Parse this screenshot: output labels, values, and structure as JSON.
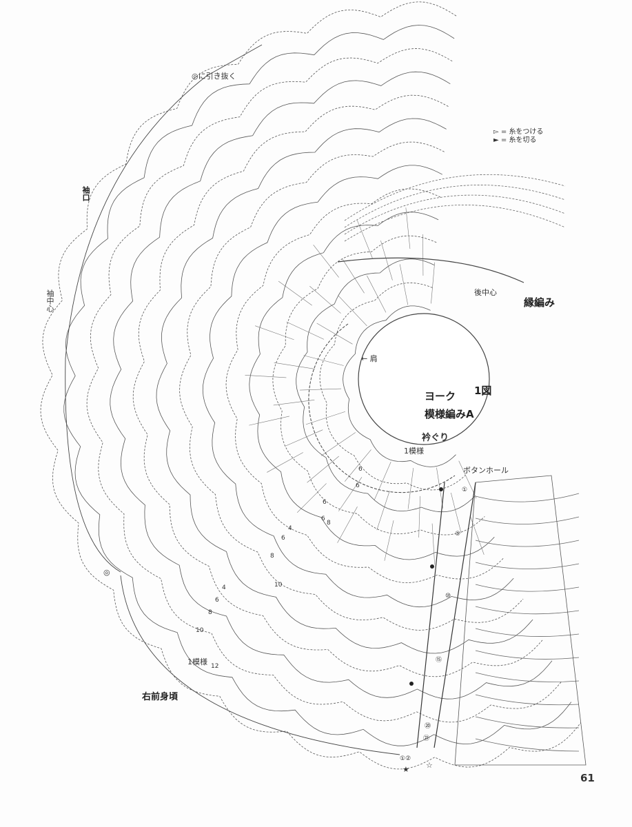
{
  "legend": [
    {
      "symbol": "▻ =",
      "text": "糸をつける"
    },
    {
      "symbol": "► =",
      "text": "糸を切る"
    }
  ],
  "labels": {
    "slip_stitch": "◎に引き抜く",
    "cuff": "袖口",
    "sleeve_center": "袖中心",
    "back_center": "後中心",
    "edging": "縁編み",
    "shoulder": "肩",
    "yoke": "ヨーク",
    "figure": "1図",
    "pattern": "模様編みA",
    "neckline": "衿ぐり",
    "one_repeat_top": "1模様",
    "buttonhole": "ボタンホール",
    "one_repeat_bottom": "1模様",
    "right_front": "右前身頃",
    "ring_mark": "◎",
    "start_marks": "①②",
    "star_filled": "★",
    "star_open": "☆"
  },
  "round_numbers": [
    "6",
    "6",
    "6",
    "6",
    "4",
    "6",
    "8",
    "8",
    "10",
    "4",
    "6",
    "8",
    "10",
    "12"
  ],
  "row_markers": [
    "①",
    "⑤",
    "⑩",
    "⑮",
    "⑳",
    "㉑"
  ],
  "page_number": "61"
}
